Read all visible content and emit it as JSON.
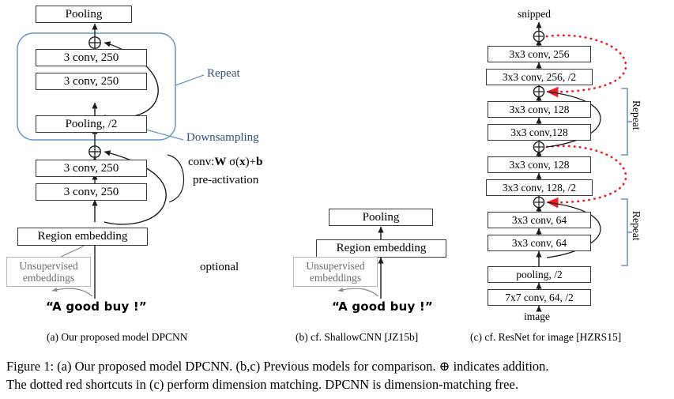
{
  "figure": {
    "caption_line1": "Figure 1:  (a) Our proposed model DPCNN. (b,c) Previous models for comparison.   ⊕ indicates addition.",
    "caption_line2": "The dotted red shortcuts in (c) perform dimension matching. DPCNN is dimension-matching free.",
    "colors": {
      "box_border": "#3a3a3a",
      "greyed_border": "#b9b9b9",
      "greyed_text": "#6d6d6d",
      "blue_accent": "#6a93c8",
      "blue_text": "#2f4f7f",
      "red_shortcut": "#ee1c25",
      "arrow": "#1a1a1a"
    }
  },
  "panel_a": {
    "label": "(a)  Our proposed model DPCNN",
    "boxes": [
      {
        "id": "pooling_top",
        "text": "Pooling"
      },
      {
        "id": "conv_block_b2",
        "text": "3 conv, 250"
      },
      {
        "id": "conv_block_b1",
        "text": "3 conv, 250"
      },
      {
        "id": "pooling_half",
        "text": "Pooling, /2"
      },
      {
        "id": "conv_base_b2",
        "text": "3 conv, 250"
      },
      {
        "id": "conv_base_b1",
        "text": "3 conv, 250"
      },
      {
        "id": "region_embedding",
        "text": "Region embedding"
      }
    ],
    "unsupervised_box": {
      "line1": "Unsupervised",
      "line2": "embeddings"
    },
    "annotations": {
      "repeat": "Repeat",
      "downsampling": "Downsampling",
      "conv_formula_prefix": "conv:",
      "conv_formula_w": "W",
      "conv_formula_sigma": " σ(",
      "conv_formula_x": "x",
      "conv_formula_tail": ")+",
      "conv_formula_b": "b",
      "pre_activation": "pre-activation",
      "optional": "optional",
      "input_text": "“A good buy !”"
    }
  },
  "panel_b": {
    "label": "(b)  cf. ShallowCNN [JZ15b]",
    "boxes": [
      {
        "id": "pooling",
        "text": "Pooling"
      },
      {
        "id": "region_embedding",
        "text": "Region embedding"
      }
    ],
    "unsupervised_box": {
      "line1": "Unsupervised",
      "line2": "embeddings"
    },
    "annotations": {
      "input_text": "“A good buy !”"
    }
  },
  "panel_c": {
    "label": "(c)  cf. ResNet for image [HZRS15]",
    "top_text": "snipped",
    "bottom_text": "image",
    "boxes": [
      {
        "id": "c256_a",
        "text": "3x3 conv, 256"
      },
      {
        "id": "c256_b",
        "text": "3x3 conv, 256, /2"
      },
      {
        "id": "c128_a",
        "text": "3x3 conv, 128"
      },
      {
        "id": "c128_b",
        "text": "3x3 conv,128"
      },
      {
        "id": "c128_c",
        "text": "3x3 conv, 128"
      },
      {
        "id": "c128_d",
        "text": "3x3 conv, 128, /2"
      },
      {
        "id": "c64_a",
        "text": "3x3 conv, 64"
      },
      {
        "id": "c64_b",
        "text": "3x3 conv, 64"
      },
      {
        "id": "pooling",
        "text": "pooling, /2"
      },
      {
        "id": "c7x7",
        "text": "7x7 conv, 64, /2"
      }
    ],
    "annotations": {
      "repeat_upper": "Repeat",
      "repeat_lower": "Repeat"
    }
  }
}
